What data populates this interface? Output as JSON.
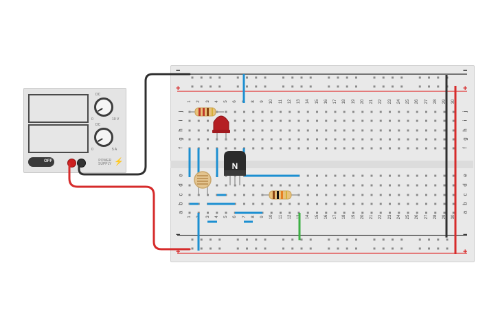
{
  "power_supply": {
    "voltage_readout": "",
    "current_readout": "",
    "voltage_knob_label_dc": "DC",
    "voltage_knob_min": "0",
    "voltage_knob_max": "10 V",
    "current_knob_label_dc": "DC",
    "current_knob_min": "0",
    "current_knob_max": "5 A",
    "power_button_label": "OFF",
    "brand_line1": "POWER",
    "brand_line2": "SUPPLY",
    "brand_icon": "lightning-bolt-icon"
  },
  "breadboard": {
    "rail_minus": "−",
    "rail_plus": "+",
    "column_numbers": [
      "1",
      "2",
      "3",
      "4",
      "5",
      "6",
      "7",
      "8",
      "9",
      "10",
      "11",
      "12",
      "13",
      "14",
      "15",
      "16",
      "17",
      "18",
      "19",
      "20",
      "21",
      "22",
      "23",
      "24",
      "25",
      "26",
      "27",
      "28",
      "29",
      "30"
    ],
    "rows_top": [
      "j",
      "i",
      "h",
      "g",
      "f"
    ],
    "rows_bottom": [
      "e",
      "d",
      "c",
      "b",
      "a"
    ]
  },
  "components": {
    "transistor_label": "N"
  },
  "colors": {
    "wire_red": "#d62b2b",
    "wire_black": "#2f2f2f",
    "wire_blue": "#1c8fd1",
    "wire_green": "#3cb043",
    "led_red": "#b51f24",
    "rail_red": "#e23a3a",
    "rail_blue": "#2f2f2f"
  }
}
